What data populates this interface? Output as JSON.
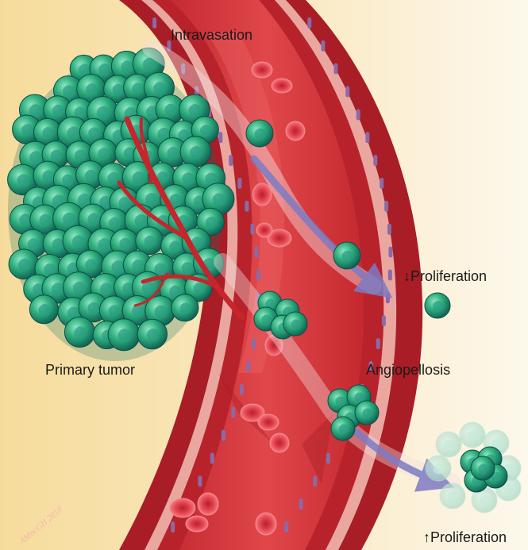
{
  "labels": {
    "intravasation": "Intravasation",
    "primary_tumor": "Primary tumor",
    "angiopellosis": "Angiopellosis",
    "proliferation_down": "↓Proliferation",
    "proliferation_up": "↑Proliferation",
    "signature": "AMocGH 2018"
  },
  "colors": {
    "background_left": "#f6dfa4",
    "background_right": "#fdf7ea",
    "vessel_wall": "#b2202a",
    "vessel_lumen": "#d93a3f",
    "endothelium": "#f0b6ad",
    "endothelial_nucleus": "#8b6aa6",
    "tumor_cell": "#2fae7d",
    "tumor_cell_dark": "#0f6a5c",
    "red_blood_cell": "#e6434f",
    "arrow": "#7d7bc4"
  }
}
